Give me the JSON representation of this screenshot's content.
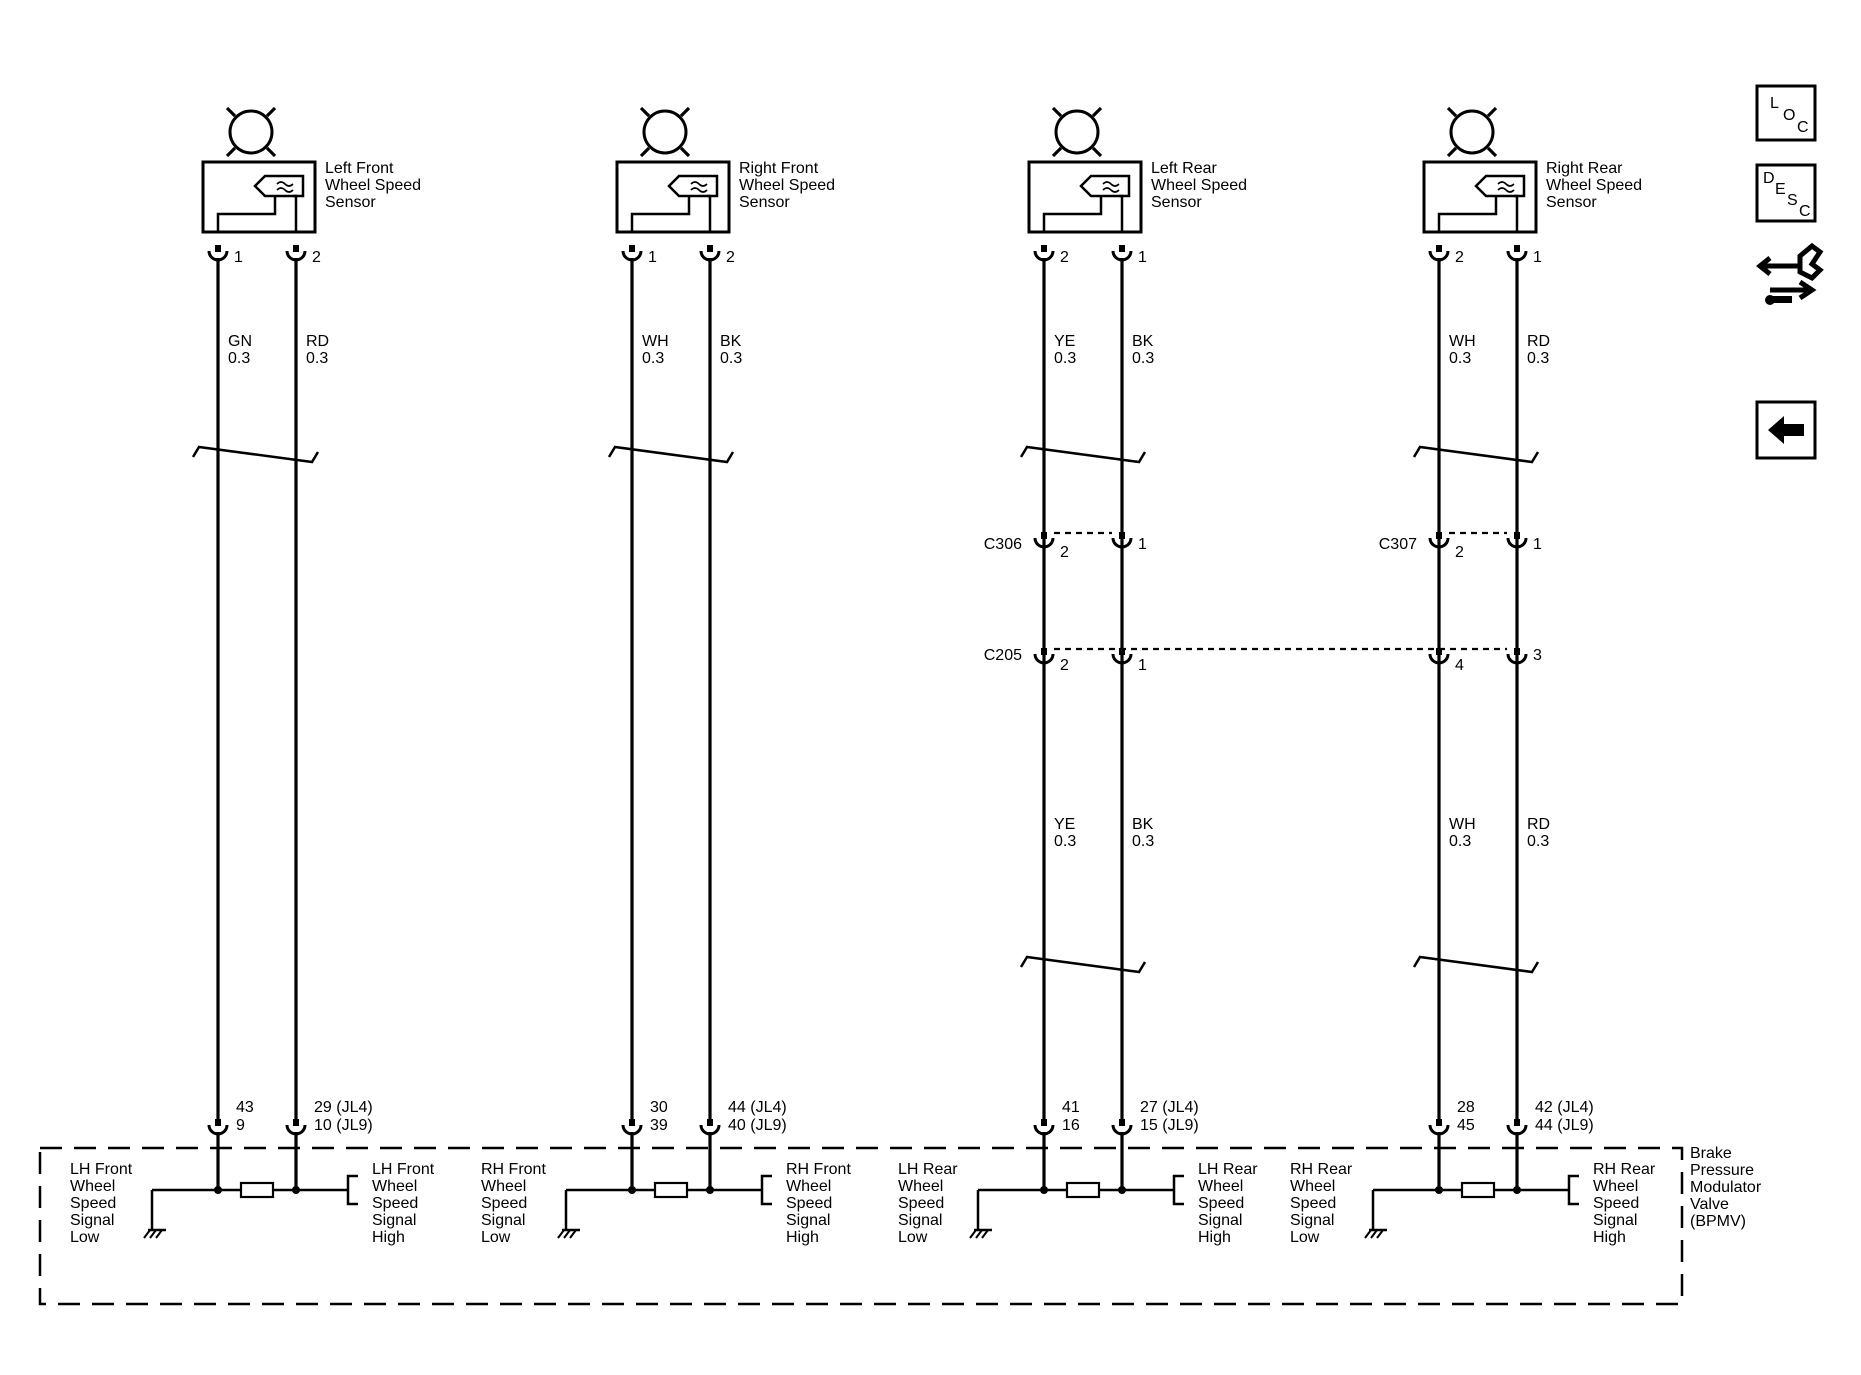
{
  "sensors": [
    {
      "name_lines": [
        "Left Front",
        "Wheel Speed",
        "Sensor"
      ],
      "pin_a": "1",
      "pin_b": "2",
      "wire_a": {
        "color": "GN",
        "gauge": "0.3"
      },
      "wire_b": {
        "color": "RD",
        "gauge": "0.3"
      }
    },
    {
      "name_lines": [
        "Right Front",
        "Wheel Speed",
        "Sensor"
      ],
      "pin_a": "1",
      "pin_b": "2",
      "wire_a": {
        "color": "WH",
        "gauge": "0.3"
      },
      "wire_b": {
        "color": "BK",
        "gauge": "0.3"
      }
    },
    {
      "name_lines": [
        "Left Rear",
        "Wheel Speed",
        "Sensor"
      ],
      "pin_a": "2",
      "pin_b": "1",
      "wire_a": {
        "color": "YE",
        "gauge": "0.3"
      },
      "wire_b": {
        "color": "BK",
        "gauge": "0.3"
      }
    },
    {
      "name_lines": [
        "Right Rear",
        "Wheel Speed",
        "Sensor"
      ],
      "pin_a": "2",
      "pin_b": "1",
      "wire_a": {
        "color": "WH",
        "gauge": "0.3"
      },
      "wire_b": {
        "color": "RD",
        "gauge": "0.3"
      }
    }
  ],
  "connectors": {
    "c306": {
      "name": "C306",
      "pin_a": "2",
      "pin_b": "1"
    },
    "c307": {
      "name": "C307",
      "pin_a": "2",
      "pin_b": "1"
    },
    "c205": {
      "name": "C205",
      "pins": [
        "2",
        "1",
        "4",
        "3"
      ]
    }
  },
  "lower_wires": [
    {
      "color": "YE",
      "gauge": "0.3"
    },
    {
      "color": "BK",
      "gauge": "0.3"
    },
    {
      "color": "WH",
      "gauge": "0.3"
    },
    {
      "color": "RD",
      "gauge": "0.3"
    }
  ],
  "module_pins": [
    {
      "a": [
        "43",
        "9"
      ],
      "b": [
        "29 (JL4)",
        "10 (JL9)"
      ]
    },
    {
      "a": [
        "30",
        "39"
      ],
      "b": [
        "44 (JL4)",
        "40 (JL9)"
      ]
    },
    {
      "a": [
        "41",
        "16"
      ],
      "b": [
        "27 (JL4)",
        "15 (JL9)"
      ]
    },
    {
      "a": [
        "28",
        "45"
      ],
      "b": [
        "42 (JL4)",
        "44 (JL9)"
      ]
    }
  ],
  "signals": [
    {
      "low": [
        "LH Front",
        "Wheel",
        "Speed",
        "Signal",
        "Low"
      ],
      "high": [
        "LH Front",
        "Wheel",
        "Speed",
        "Signal",
        "High"
      ]
    },
    {
      "low": [
        "RH Front",
        "Wheel",
        "Speed",
        "Signal",
        "Low"
      ],
      "high": [
        "RH Front",
        "Wheel",
        "Speed",
        "Signal",
        "High"
      ]
    },
    {
      "low": [
        "LH Rear",
        "Wheel",
        "Speed",
        "Signal",
        "Low"
      ],
      "high": [
        "LH Rear",
        "Wheel",
        "Speed",
        "Signal",
        "High"
      ]
    },
    {
      "low": [
        "RH Rear",
        "Wheel",
        "Speed",
        "Signal",
        "Low"
      ],
      "high": [
        "RH Rear",
        "Wheel",
        "Speed",
        "Signal",
        "High"
      ]
    }
  ],
  "module": {
    "name_lines": [
      "Brake",
      "Pressure",
      "Modulator",
      "Valve",
      "(BPMV)"
    ]
  },
  "nav": {
    "loc": {
      "l1": "L",
      "l2": "O",
      "l3": "C"
    },
    "desc": {
      "l1": "D",
      "l2": "E",
      "l3": "S",
      "l4": "C"
    }
  }
}
